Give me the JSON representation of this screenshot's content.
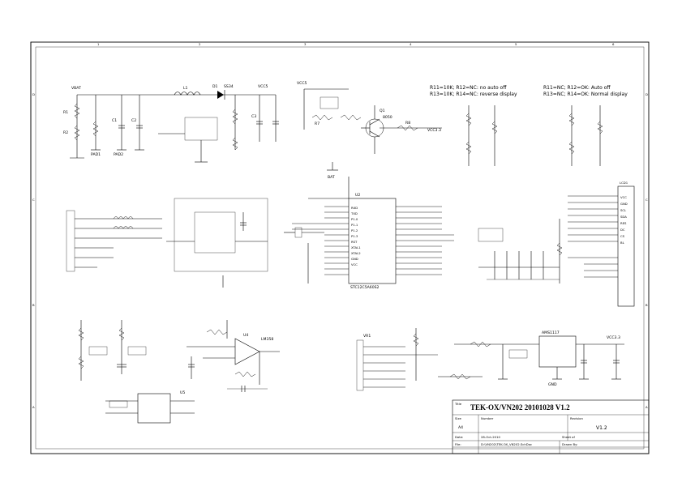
{
  "title_block": {
    "title": "TEK-OX/VN202 20101028 V1.2",
    "size_label": "Size",
    "size_value": "A4",
    "number_label": "Number",
    "revision_label": "Revision",
    "revision_value": "V1.2",
    "date_label": "Date:",
    "date_value": "28-Oct-2010",
    "sheet_label": "Sheet of",
    "file_label": "File:",
    "file_value": "D:\\VN202\\TEK-OX_VN202.SchDoc",
    "drawn_label": "Drawn By:"
  },
  "border": {
    "columns": [
      "1",
      "2",
      "3",
      "4",
      "5",
      "6"
    ],
    "rows": [
      "D",
      "C",
      "B",
      "A"
    ]
  },
  "notes": [
    "R11=10K;  R12=NC: no auto off",
    "R13=10K;  R14=NC: reverse display",
    "R11=NC;  R12=OK: Auto off",
    "R13=NC;  R14=OK: Normal display"
  ],
  "blocks": {
    "power": {
      "labels": [
        "VBAT",
        "D1",
        "SS34",
        "L1",
        "C1",
        "C2",
        "C3",
        "PAD1",
        "PAD2",
        "R1",
        "R2",
        "VCC5"
      ]
    },
    "switch": {
      "labels": [
        "VCC5",
        "Q1",
        "8050",
        "R7",
        "R8",
        "BAT",
        "VCC3.3"
      ]
    },
    "mcu": {
      "labels": [
        "U2",
        "STC12C5A60S2",
        "RXD",
        "TXD",
        "P1.0",
        "P1.1",
        "P1.2",
        "P1.3",
        "RST",
        "XTAL1",
        "XTAL2",
        "GND",
        "VCC"
      ]
    },
    "lcd": {
      "labels": [
        "LCD1",
        "VCC",
        "GND",
        "SCL",
        "SDA",
        "RES",
        "DC",
        "CS",
        "BL"
      ]
    },
    "bottom": {
      "labels": [
        "U4",
        "LM358",
        "U5",
        "VR1",
        "AMS1117",
        "VCC3.3",
        "GND"
      ]
    }
  }
}
